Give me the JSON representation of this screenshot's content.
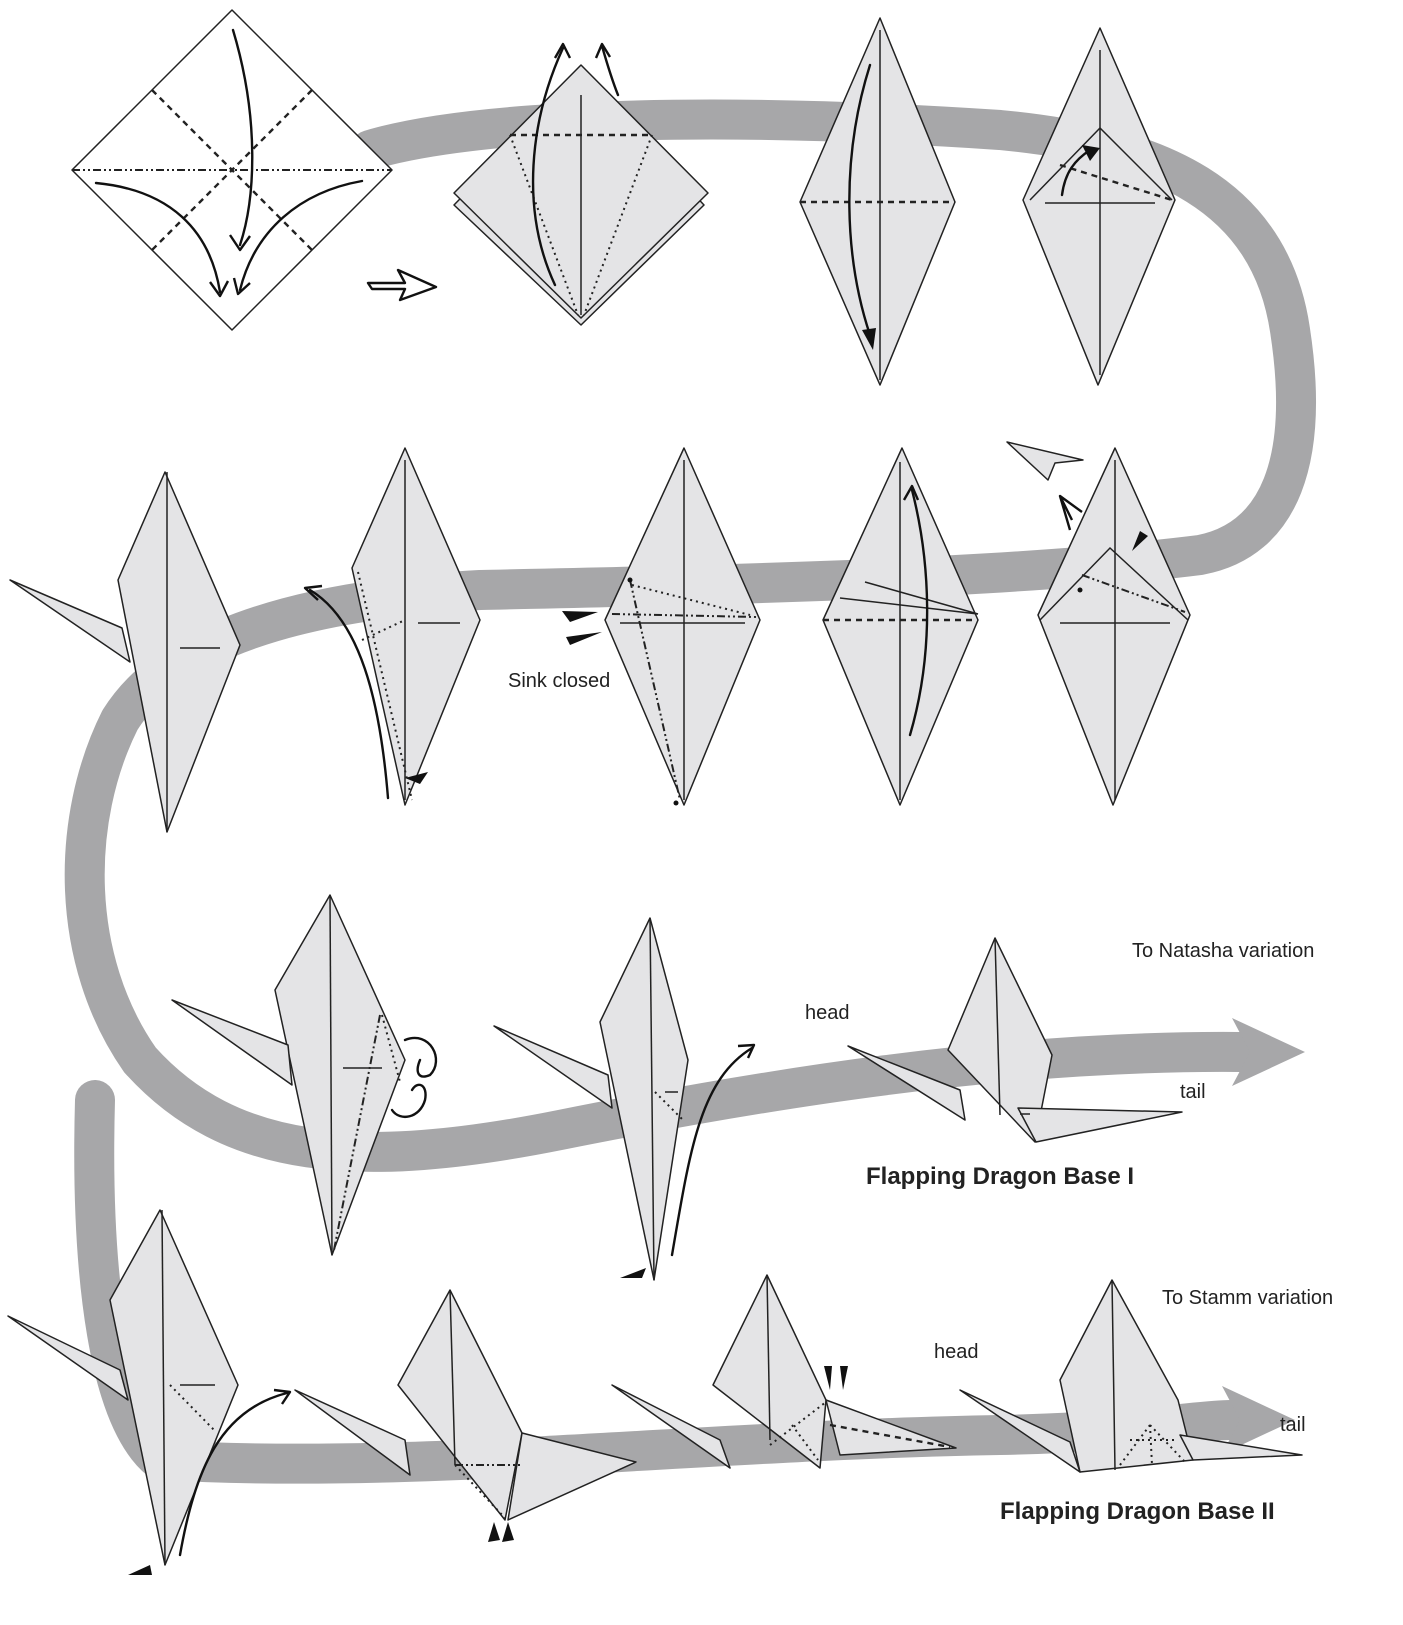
{
  "labels": {
    "sink_closed": "Sink closed",
    "head_1": "head",
    "tail_1": "tail",
    "natasha": "To Natasha variation",
    "base_1": "Flapping Dragon Base I",
    "head_2": "head",
    "tail_2": "tail",
    "stamm": "To Stamm variation",
    "base_2": "Flapping Dragon Base II"
  },
  "colors": {
    "paper": "#e4e4e6",
    "band": "#a7a7a9",
    "line": "#222222",
    "background": "#ffffff"
  }
}
